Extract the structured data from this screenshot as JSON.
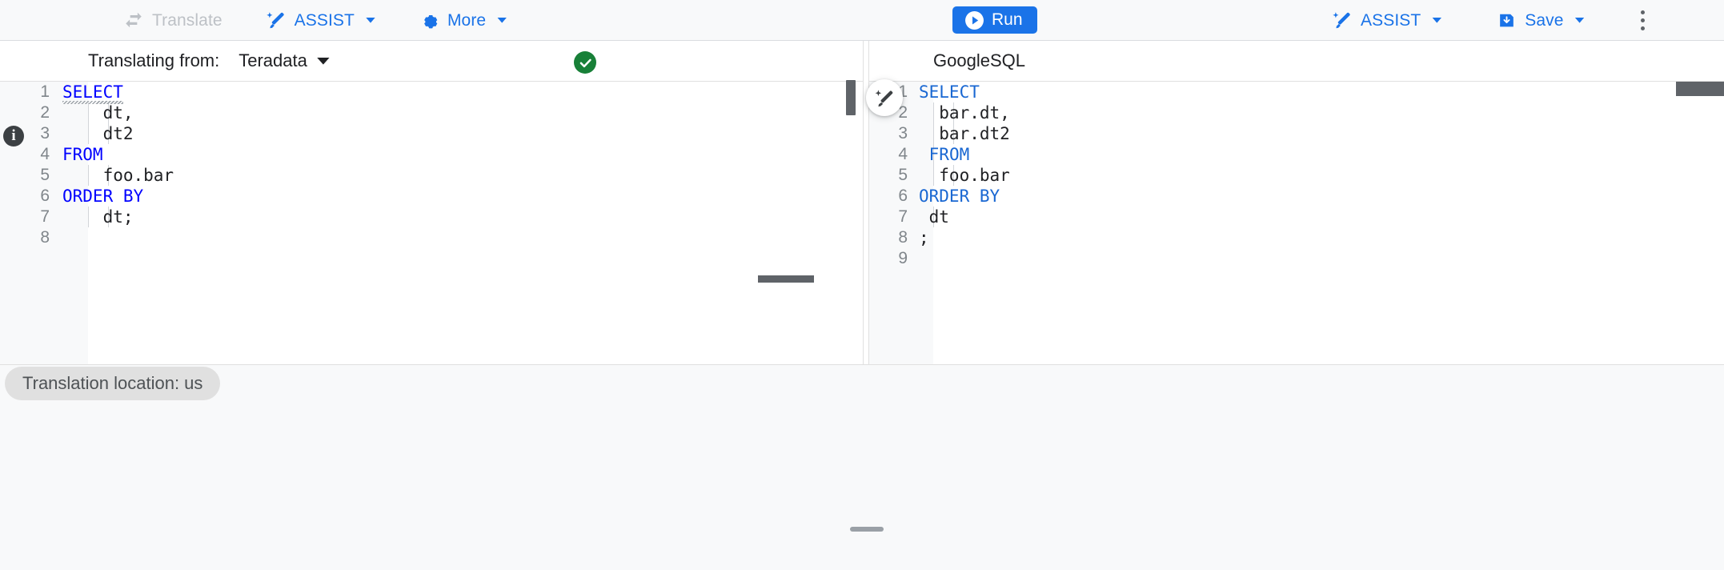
{
  "toolbar": {
    "left": [
      {
        "id": "translate",
        "label": "Translate",
        "icon": "translate-swap-icon",
        "state": "disabled",
        "caret": false
      },
      {
        "id": "assist",
        "label": "ASSIST",
        "icon": "magic-wand-icon",
        "state": "enabled",
        "caret": true
      },
      {
        "id": "more",
        "label": "More",
        "icon": "gear-icon",
        "state": "enabled",
        "caret": true
      }
    ],
    "run": {
      "label": "Run",
      "icon": "play-icon"
    },
    "right": [
      {
        "id": "assist",
        "label": "ASSIST",
        "icon": "magic-wand-icon",
        "caret": true
      },
      {
        "id": "save",
        "label": "Save",
        "icon": "save-disk-icon",
        "caret": true
      }
    ],
    "overflow_icon": "more-vert-icon"
  },
  "left_panel": {
    "label": "Translating from:",
    "dialect": "Teradata",
    "status": {
      "icon": "check-circle-icon",
      "color": "#188038",
      "title": "Translation succeeded"
    },
    "gutter_icon": "info-icon",
    "code": [
      {
        "n": "1",
        "text": "SELECT",
        "kw": true,
        "squiggly": true
      },
      {
        "n": "2",
        "text": "    dt,",
        "kw": false,
        "squiggly": false
      },
      {
        "n": "3",
        "text": "    dt2",
        "kw": false,
        "squiggly": false
      },
      {
        "n": "4",
        "text": "FROM",
        "kw": true,
        "squiggly": false
      },
      {
        "n": "5",
        "text": "    foo.bar",
        "kw": false,
        "squiggly": false
      },
      {
        "n": "6",
        "text": "ORDER BY",
        "kw": true,
        "squiggly": false
      },
      {
        "n": "7",
        "text": "    dt;",
        "kw": false,
        "squiggly": false
      },
      {
        "n": "8",
        "text": "",
        "kw": false,
        "squiggly": false
      }
    ]
  },
  "right_panel": {
    "dialect": "GoogleSQL",
    "fab_icon": "magic-wand-edit-icon",
    "code": [
      {
        "n": "1",
        "text": "SELECT",
        "kw": true
      },
      {
        "n": "2",
        "text": "  bar.dt,",
        "kw": false
      },
      {
        "n": "3",
        "text": "  bar.dt2",
        "kw": false
      },
      {
        "n": "4",
        "text": " FROM",
        "kw": true
      },
      {
        "n": "5",
        "text": "  foo.bar",
        "kw": false
      },
      {
        "n": "6",
        "text": "ORDER BY",
        "kw": true
      },
      {
        "n": "7",
        "text": " dt",
        "kw": false
      },
      {
        "n": "8",
        "text": ";",
        "kw": false
      },
      {
        "n": "9",
        "text": "",
        "kw": false
      }
    ]
  },
  "status_bar": {
    "location_chip": "Translation location: us"
  },
  "colors": {
    "accent": "#1a73e8",
    "success": "#188038",
    "keyword_left": "#0000ff",
    "keyword_right": "#1967d2",
    "disabled": "#bdc1c6",
    "gutter_bg": "#f8f9fa"
  }
}
